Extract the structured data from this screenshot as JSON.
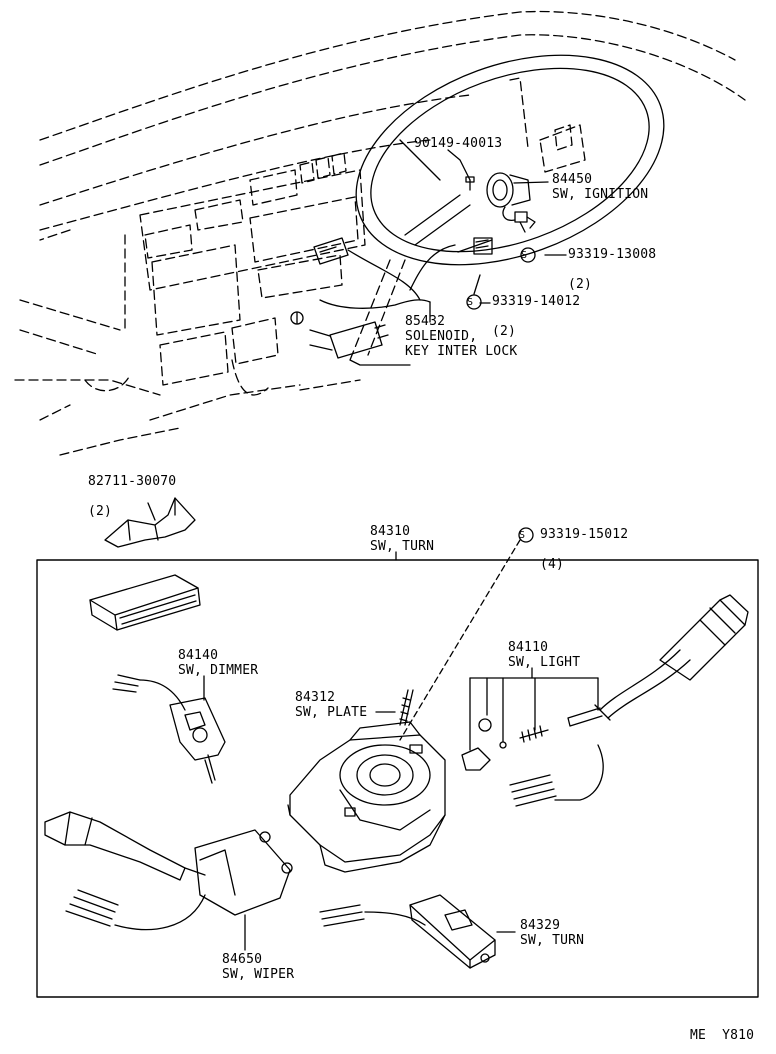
{
  "parts": {
    "p90149": {
      "number": "90149-40013"
    },
    "p84450": {
      "number": "84450",
      "name": "SW, IGNITION"
    },
    "p93319_13008": {
      "number": "93319-13008",
      "qty": "(2)",
      "mark": "S"
    },
    "p93319_14012": {
      "number": "93319-14012",
      "qty": "(2)",
      "mark": "S"
    },
    "p85432": {
      "number": "85432",
      "name": "SOLENOID,",
      "name2": "KEY INTER LOCK"
    },
    "p82711": {
      "number": "82711-30070",
      "qty": "(2)"
    },
    "p84310": {
      "number": "84310",
      "name": "SW, TURN"
    },
    "p93319_15012": {
      "number": "93319-15012",
      "qty": "(4)",
      "mark": "S"
    },
    "p84140": {
      "number": "84140",
      "name": "SW, DIMMER"
    },
    "p84312": {
      "number": "84312",
      "name": "SW, PLATE"
    },
    "p84110": {
      "number": "84110",
      "name": "SW, LIGHT"
    },
    "p84650": {
      "number": "84650",
      "name": "SW, WIPER"
    },
    "p84329": {
      "number": "84329",
      "name": "SW, TURN"
    }
  },
  "footer": {
    "code": "ME  Y810"
  }
}
